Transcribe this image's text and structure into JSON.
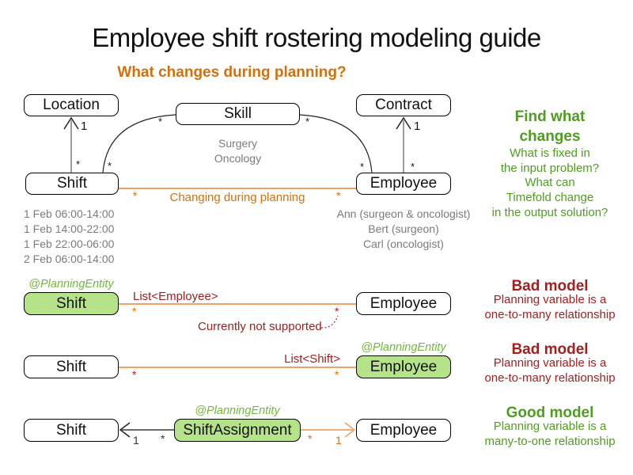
{
  "title": "Employee shift rostering modeling guide",
  "subtitle": "What changes during planning?",
  "marks": {
    "star": "*",
    "one": "1"
  },
  "top": {
    "location": "Location",
    "skill": "Skill",
    "contract": "Contract",
    "shift": "Shift",
    "employee": "Employee",
    "skill_examples": [
      "Surgery",
      "Oncology"
    ],
    "edge_label": "Changing during planning",
    "shift_times": [
      "1 Feb 06:00-14:00",
      "1 Feb 14:00-22:00",
      "1 Feb 22:00-06:00",
      "2 Feb 06:00-14:00"
    ],
    "employees": [
      "Ann (surgeon & oncologist)",
      "Bert (surgeon)",
      "Carl (oncologist)"
    ]
  },
  "find_panel": {
    "heading_lines": [
      "Find what",
      "changes"
    ],
    "body_lines": [
      "What is fixed in",
      "the input problem?",
      "What can",
      "Timefold change",
      "in the output solution?"
    ]
  },
  "bad1": {
    "annotation": "@PlanningEntity",
    "shift": "Shift",
    "employee": "Employee",
    "edge_label": "List<Employee>",
    "note": "Currently not supported",
    "verdict": "Bad model",
    "desc_lines": [
      "Planning variable is a",
      "one-to-many relationship"
    ]
  },
  "bad2": {
    "annotation": "@PlanningEntity",
    "shift": "Shift",
    "employee": "Employee",
    "edge_label": "List<Shift>",
    "verdict": "Bad model",
    "desc_lines": [
      "Planning variable is a",
      "one-to-many relationship"
    ]
  },
  "good": {
    "annotation": "@PlanningEntity",
    "shift": "Shift",
    "assignment": "ShiftAssignment",
    "employee": "Employee",
    "verdict": "Good model",
    "desc_lines": [
      "Planning variable is a",
      "many-to-one relationship"
    ]
  },
  "colors": {
    "orange_text": "#d4700c",
    "orange_line": "#efa263",
    "dark_red": "#a32020",
    "green": "#4f9d20",
    "green_annotation": "#72b83c",
    "box_green": "#b6e389",
    "gray": "#7b7b7b"
  }
}
